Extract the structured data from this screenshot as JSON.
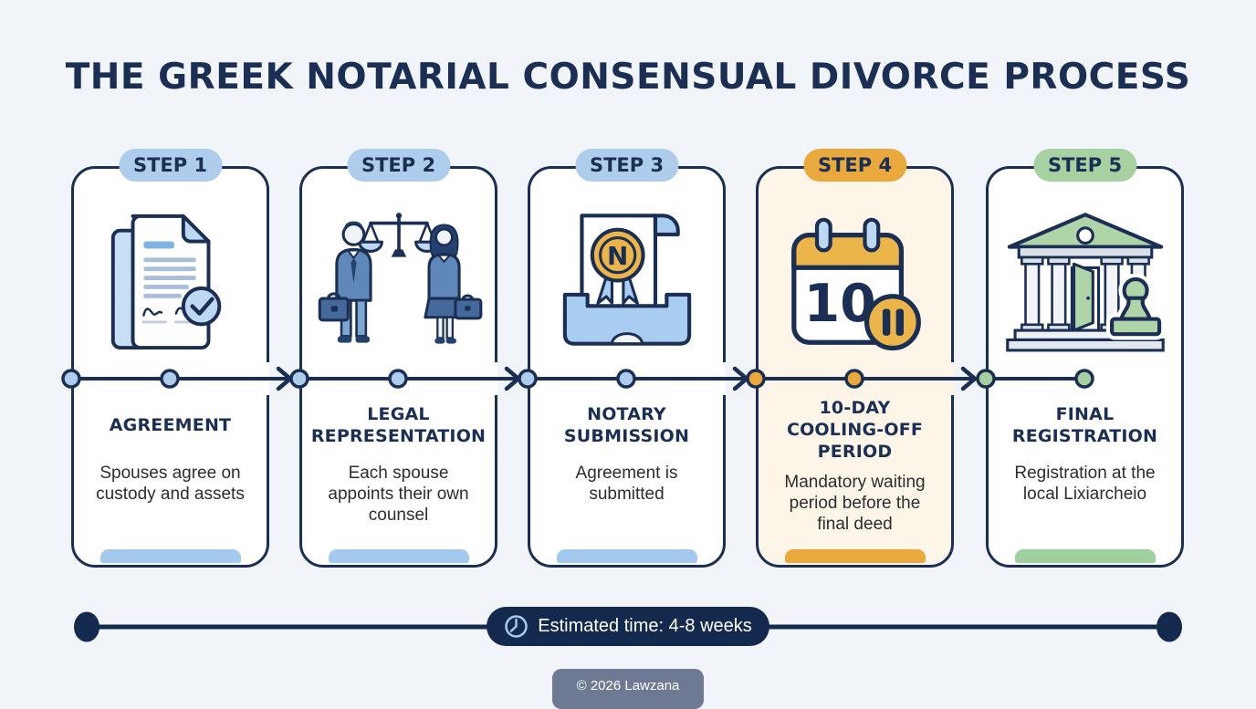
{
  "page": {
    "title": "THE GREEK NOTARIAL CONSENSUAL DIVORCE PROCESS",
    "background_color": "#f1f4f8"
  },
  "colors": {
    "navy_outline": "#1b2f54",
    "timeline_navy": "#14294e",
    "blue_accent": "#aecdec",
    "gold_accent": "#eaa93c",
    "green_accent": "#a7d1a1",
    "card_bg_default": "#ffffff",
    "card_bg_step4": "#fdf6e8"
  },
  "steps": [
    {
      "badge": "STEP 1",
      "heading": "AGREEMENT",
      "description": "Spouses agree on custody and assets",
      "icon": "signed-agreement-document-icon",
      "accent": "#aecdec",
      "bar_color": "#a3c9ef",
      "card_bg": "#ffffff"
    },
    {
      "badge": "STEP 2",
      "heading": "LEGAL REPRESENTATION",
      "description": "Each spouse appoints their own counsel",
      "icon": "two-lawyers-balance-scale-icon",
      "accent": "#aecdec",
      "bar_color": "#a3c9ef",
      "card_bg": "#ffffff"
    },
    {
      "badge": "STEP 3",
      "heading": "NOTARY SUBMISSION",
      "description": "Agreement is submitted",
      "icon": "notary-seal-scroll-tray-icon",
      "icon_letter": "N",
      "accent": "#aecdec",
      "bar_color": "#a3c9ef",
      "card_bg": "#ffffff"
    },
    {
      "badge": "STEP 4",
      "heading": "10-DAY COOLING-OFF PERIOD",
      "description": "Mandatory waiting period before the final deed",
      "icon": "calendar-10-pause-icon",
      "icon_number": "10",
      "accent": "#eaa93c",
      "bar_color": "#eaa93c",
      "card_bg": "#fdf6e8"
    },
    {
      "badge": "STEP 5",
      "heading": "FINAL REGISTRATION",
      "description": "Registration at the local Lixiarcheio",
      "icon": "registry-building-stamp-icon",
      "accent": "#a7d1a1",
      "bar_color": "#9fcf9d",
      "card_bg": "#ffffff"
    }
  ],
  "timeline": {
    "estimated_time_label": "Estimated time: 4-8 weeks",
    "icon": "clock-icon"
  },
  "footer": {
    "copyright": "© 2026 Lawzana"
  }
}
